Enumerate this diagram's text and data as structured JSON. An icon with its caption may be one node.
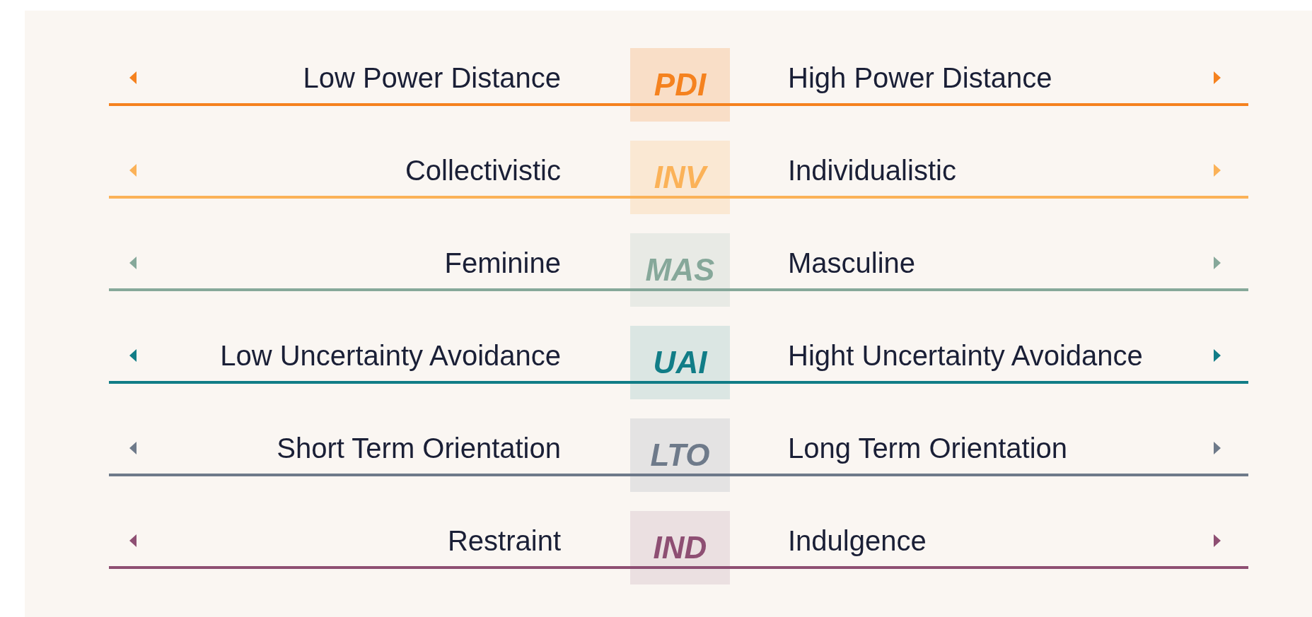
{
  "diagram": {
    "nodes": [
      {
        "text": [
          "PDI"
        ]
      },
      {
        "text": [
          "INV"
        ]
      },
      {
        "text": [
          "MAS"
        ]
      },
      {
        "text": [
          "UAI"
        ]
      },
      {
        "text": [
          "LTO"
        ]
      },
      {
        "text": [
          "IND"
        ]
      }
    ],
    "labels": [
      "Low Power Distance",
      "High Power Distance",
      "Collectivistic",
      "Individualistic",
      "Feminine",
      "Masculine",
      "Low Uncertainty Avoidance",
      "Hight Uncertainty Avoidance",
      "Short Term Orientation",
      "Long Term Orientation",
      "Restraint",
      "Indulgence"
    ]
  }
}
